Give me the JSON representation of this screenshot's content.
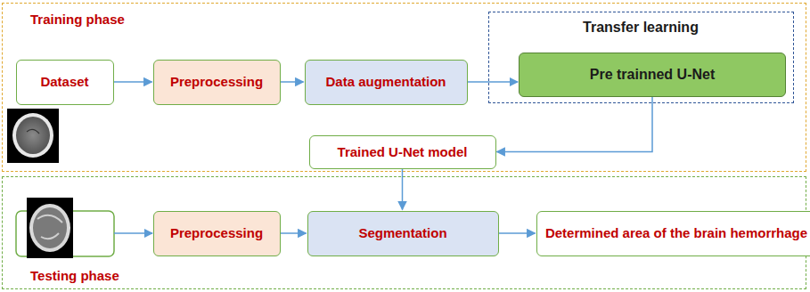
{
  "diagram": {
    "nodes": [
      {
        "text": [
          "Training phase"
        ]
      },
      {
        "text": [
          "Dataset"
        ],
        "in": 0
      },
      {
        "text": [
          "Preprocessing"
        ],
        "in": 0
      },
      {
        "text": [
          "Data augmentation"
        ],
        "in": 0
      },
      {
        "text": [
          "Transfer learning"
        ],
        "in": 0
      },
      {
        "text": [
          "Pre trainned U-Net"
        ],
        "in": 4
      },
      {
        "text": [
          "Trained U-Net model"
        ],
        "in": 0
      },
      {
        "text": [
          "Testing phase"
        ]
      },
      {
        "text": [
          "Preprocessing"
        ],
        "in": 7
      },
      {
        "text": [
          "Segmentation"
        ],
        "in": 7
      },
      {
        "text": [
          "Determined area of the brain hemorrhage"
        ],
        "in": 7
      }
    ],
    "edges": [
      {
        "from": 1,
        "to": 2,
        "arrow": "to"
      },
      {
        "from": 2,
        "to": 3,
        "arrow": "to"
      },
      {
        "from": 3,
        "to": 5,
        "arrow": "to"
      },
      {
        "from": 5,
        "to": 6,
        "arrow": "to"
      },
      {
        "from": 6,
        "to": 9,
        "arrow": "to"
      },
      {
        "from": 8,
        "to": 9,
        "arrow": "to"
      },
      {
        "from": 9,
        "to": 10,
        "arrow": "to"
      }
    ]
  }
}
